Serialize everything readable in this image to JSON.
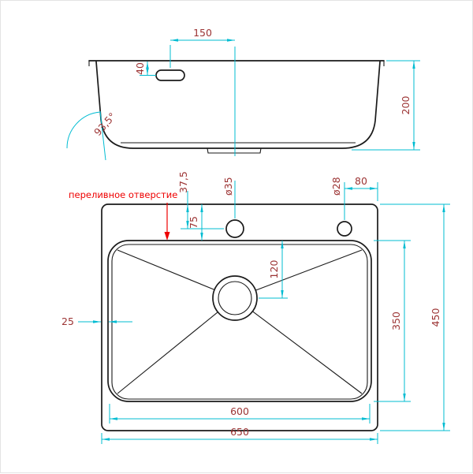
{
  "colors": {
    "page_bg": "#ffffff",
    "object_line": "#1a1a1a",
    "dimension_line": "#00bcd2",
    "dimension_text": "#9c3434",
    "annotation": "#ee0000"
  },
  "side_view": {
    "dimensions": {
      "overflow_offset": "150",
      "overflow_depth": "40",
      "bowl_depth": "200",
      "wall_angle": "93,5°"
    }
  },
  "plan_view": {
    "annotation": {
      "overflow_label": "переливное отверстие"
    },
    "dimensions": {
      "hole_center_from_edge": "37,5",
      "rim_to_bowl_top": "75",
      "faucet_hole_diameter": "ø35",
      "second_hole_from_edge": "80",
      "second_hole_diameter": "ø28",
      "drain_from_top": "120",
      "rim_width": "25",
      "bowl_depth_plan": "350",
      "overall_depth": "450",
      "bowl_width": "600",
      "overall_width": "650"
    }
  }
}
